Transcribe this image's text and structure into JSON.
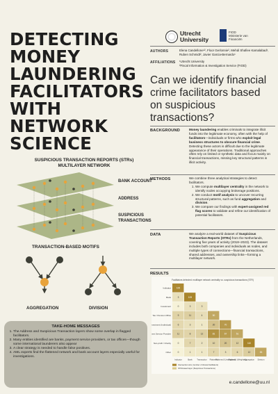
{
  "title": [
    "DETECTING",
    "MONEY",
    "LAUNDERING",
    "FACILITATORS",
    "WITH",
    "NETWORK",
    "SCIENCE"
  ],
  "logos": {
    "uu_name_1": "Utrecht",
    "uu_name_2": "University",
    "fiod_name_1": "FIOD",
    "fiod_name_2": "Ministerie van Financiën"
  },
  "authors": {
    "label": "AUTHORS",
    "text": "Elena Candellone¹², Floor Gerlonnie², Mehdi Shafiee Kamalabad¹, Ruben Schmidt², Javier Garcia-Bernardo¹"
  },
  "affiliations": {
    "label": "AFFILIATIONS",
    "line1": "¹Utrecht University",
    "line2": "²Fiscal Information & Investigation Service (FIOD)"
  },
  "question": "Can we identify financial crime facilitators based on suspicious transactions?",
  "background": {
    "label": "BACKGROUND",
    "text_parts": [
      {
        "b": "Money laundering"
      },
      {
        "t": " enables criminals to integrate illicit funds into the legitimate economy, often with the help of "
      },
      {
        "b": "facilitators"
      },
      {
        "t": "—individuals or firms who "
      },
      {
        "b": "exploit legal business structures to obscure financial crime"
      },
      {
        "t": ". Detecting these actors is difficult due to the legitimate appearance of their operations. Traditional approaches often rely on limited or synthetic data and focus mainly on financial transactions, missing key structural patterns in illicit activity."
      }
    ]
  },
  "methods": {
    "label": "METHODS",
    "intro": "We combine three analytical strategies to detect facilitators.",
    "items": [
      [
        {
          "t": "We compute "
        },
        {
          "b": "multilayer centrality"
        },
        {
          "t": " in the network to identify nodes occupying brokerage positions."
        }
      ],
      [
        {
          "t": "We conduct "
        },
        {
          "b": "motif analysis"
        },
        {
          "t": " to uncover recurring structural patterns, such as fund "
        },
        {
          "b": "aggregation"
        },
        {
          "t": " and "
        },
        {
          "b": "division"
        },
        {
          "t": "."
        }
      ],
      [
        {
          "t": "We compare our findings with "
        },
        {
          "b": "expert-assigned red flag scores"
        },
        {
          "t": " to validate and refine our identification of potential facilitators."
        }
      ]
    ]
  },
  "data_section": {
    "label": "DATA",
    "text_parts": [
      {
        "t": "We analyze a real-world dataset of "
      },
      {
        "b": "Suspicious Transaction Reports (STRs)"
      },
      {
        "t": " from the Netherlands, covering five years of activity (2018–2023). The dataset includes both companies and individuals as nodes, and multiple types of connections—financial transactions, shared addresses, and ownership links—forming a multilayer network."
      }
    ]
  },
  "network": {
    "title_line1": "SUSPICIOUS TRANSACTION REPORTS (STRs)",
    "title_line2": "MULTILAYER NETWORK",
    "layers": [
      "BANK ACCOUNT",
      "ADDRESS",
      "SUSPICIOUS",
      "TRANSACTIONS"
    ]
  },
  "motifs": {
    "title": "TRANSACTION-BASED MOTIFS",
    "aggregation": "AGGREGATION",
    "division": "DIVISION"
  },
  "takehome": {
    "title": "TAKE-HOME MESSAGES",
    "items": [
      "The Address and Suspicious Transaction layers show some overlap in flagged facilitators.",
      "Many entities identified are banks, payment service providers, or tax offices—though some international launderers also appear",
      "A clear strategy is needed to handle false positives.",
      "AML experts find the flattened network and bank account layers especially useful for investigations."
    ]
  },
  "results": {
    "label": "RESULTS",
    "heatmap_title": "Facilitators detected: multilayer network centrality vs. suspicious transactions (STR)",
    "rows": [
      "Indicator",
      "Bank",
      "Investment",
      "Tax / Pension Office",
      "Personal Investment (Individual)",
      "Payment Service Provider",
      "Non-profit / Charity",
      "Other"
    ],
    "cols": [
      "Indicator",
      "Bank",
      "Transaction",
      "Flattened",
      "Flattened (Unweighted)",
      "Flattened (Weighted)",
      "Aggregation",
      "Division"
    ],
    "cells": [
      [
        100,
        0,
        0,
        0,
        0,
        0,
        0,
        0
      ],
      [
        3,
        109,
        0,
        0,
        0,
        0,
        0,
        0
      ],
      [
        0,
        3,
        3,
        0,
        0,
        0,
        0,
        0
      ],
      [
        9,
        11,
        4,
        50,
        0,
        0,
        0,
        0
      ],
      [
        6,
        3,
        1,
        20,
        70,
        0,
        0,
        0
      ],
      [
        11,
        8,
        12,
        81,
        67,
        51,
        0,
        0
      ],
      [
        0,
        7,
        2,
        10,
        20,
        12,
        110,
        0
      ],
      [
        0,
        1,
        1,
        7,
        3,
        6,
        12,
        53
      ]
    ],
    "highlight_rows": [
      5,
      6
    ],
    "legend": [
      "Intersection size (number of shared facilitators)",
      "STR-based layer (Suspicious Transactions)"
    ],
    "color_low": "#f6f2d8",
    "color_high": "#a8842a"
  },
  "email": "e.candellone@uu.nl",
  "colors": {
    "background": "#f3f1e7",
    "plane_green": "#9aa86f",
    "node_orange": "#e8a33b",
    "node_dark": "#3d3f36",
    "takehome_box": "#b9b7aa"
  }
}
